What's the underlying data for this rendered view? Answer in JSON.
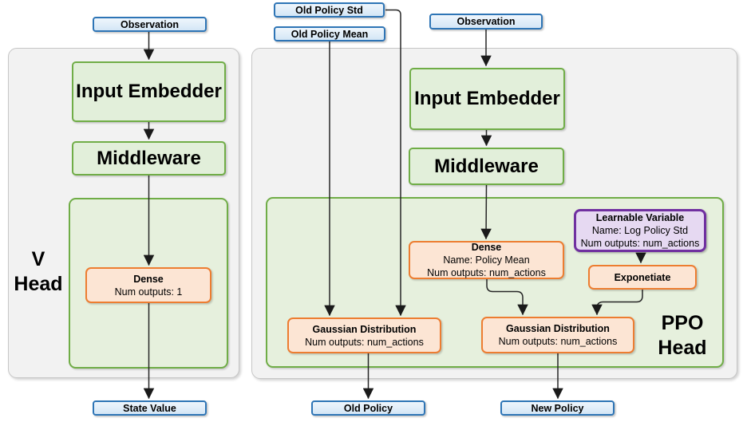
{
  "v_head": {
    "label": {
      "line1": "V",
      "line2": "Head"
    },
    "nodes": {
      "observation": "Observation",
      "input_embedder": "Input Embedder",
      "middleware": "Middleware",
      "dense": {
        "title": "Dense",
        "outputs": "Num outputs: 1"
      },
      "state_value": "State Value"
    }
  },
  "ppo_head": {
    "label": {
      "line1": "PPO",
      "line2": "Head"
    },
    "nodes": {
      "old_policy_std": "Old Policy Std",
      "old_policy_mean": "Old Policy Mean",
      "observation": "Observation",
      "input_embedder": "Input Embedder",
      "middleware": "Middleware",
      "dense": {
        "title": "Dense",
        "name": "Name: Policy Mean",
        "outputs": "Num outputs: num_actions"
      },
      "learnable_variable": {
        "title": "Learnable Variable",
        "name": "Name: Log Policy Std",
        "outputs": "Num outputs: num_actions"
      },
      "exponetiate": "Exponetiate",
      "gaussian_old": {
        "title": "Gaussian Distribution",
        "outputs": "Num outputs: num_actions"
      },
      "gaussian_new": {
        "title": "Gaussian Distribution",
        "outputs": "Num outputs: num_actions"
      },
      "old_policy": "Old Policy",
      "new_policy": "New Policy"
    }
  },
  "colors": {
    "blue_border": "#2e75b6",
    "blue_fill": "#ddebf7",
    "green_border": "#70ad47",
    "green_fill": "#e2efda",
    "orange_border": "#ed7d31",
    "orange_fill": "#fce5d4",
    "purple_border": "#7030a0",
    "purple_fill": "#e6d9f2",
    "panel_fill": "#f2f2f2",
    "connector": "#262626"
  }
}
